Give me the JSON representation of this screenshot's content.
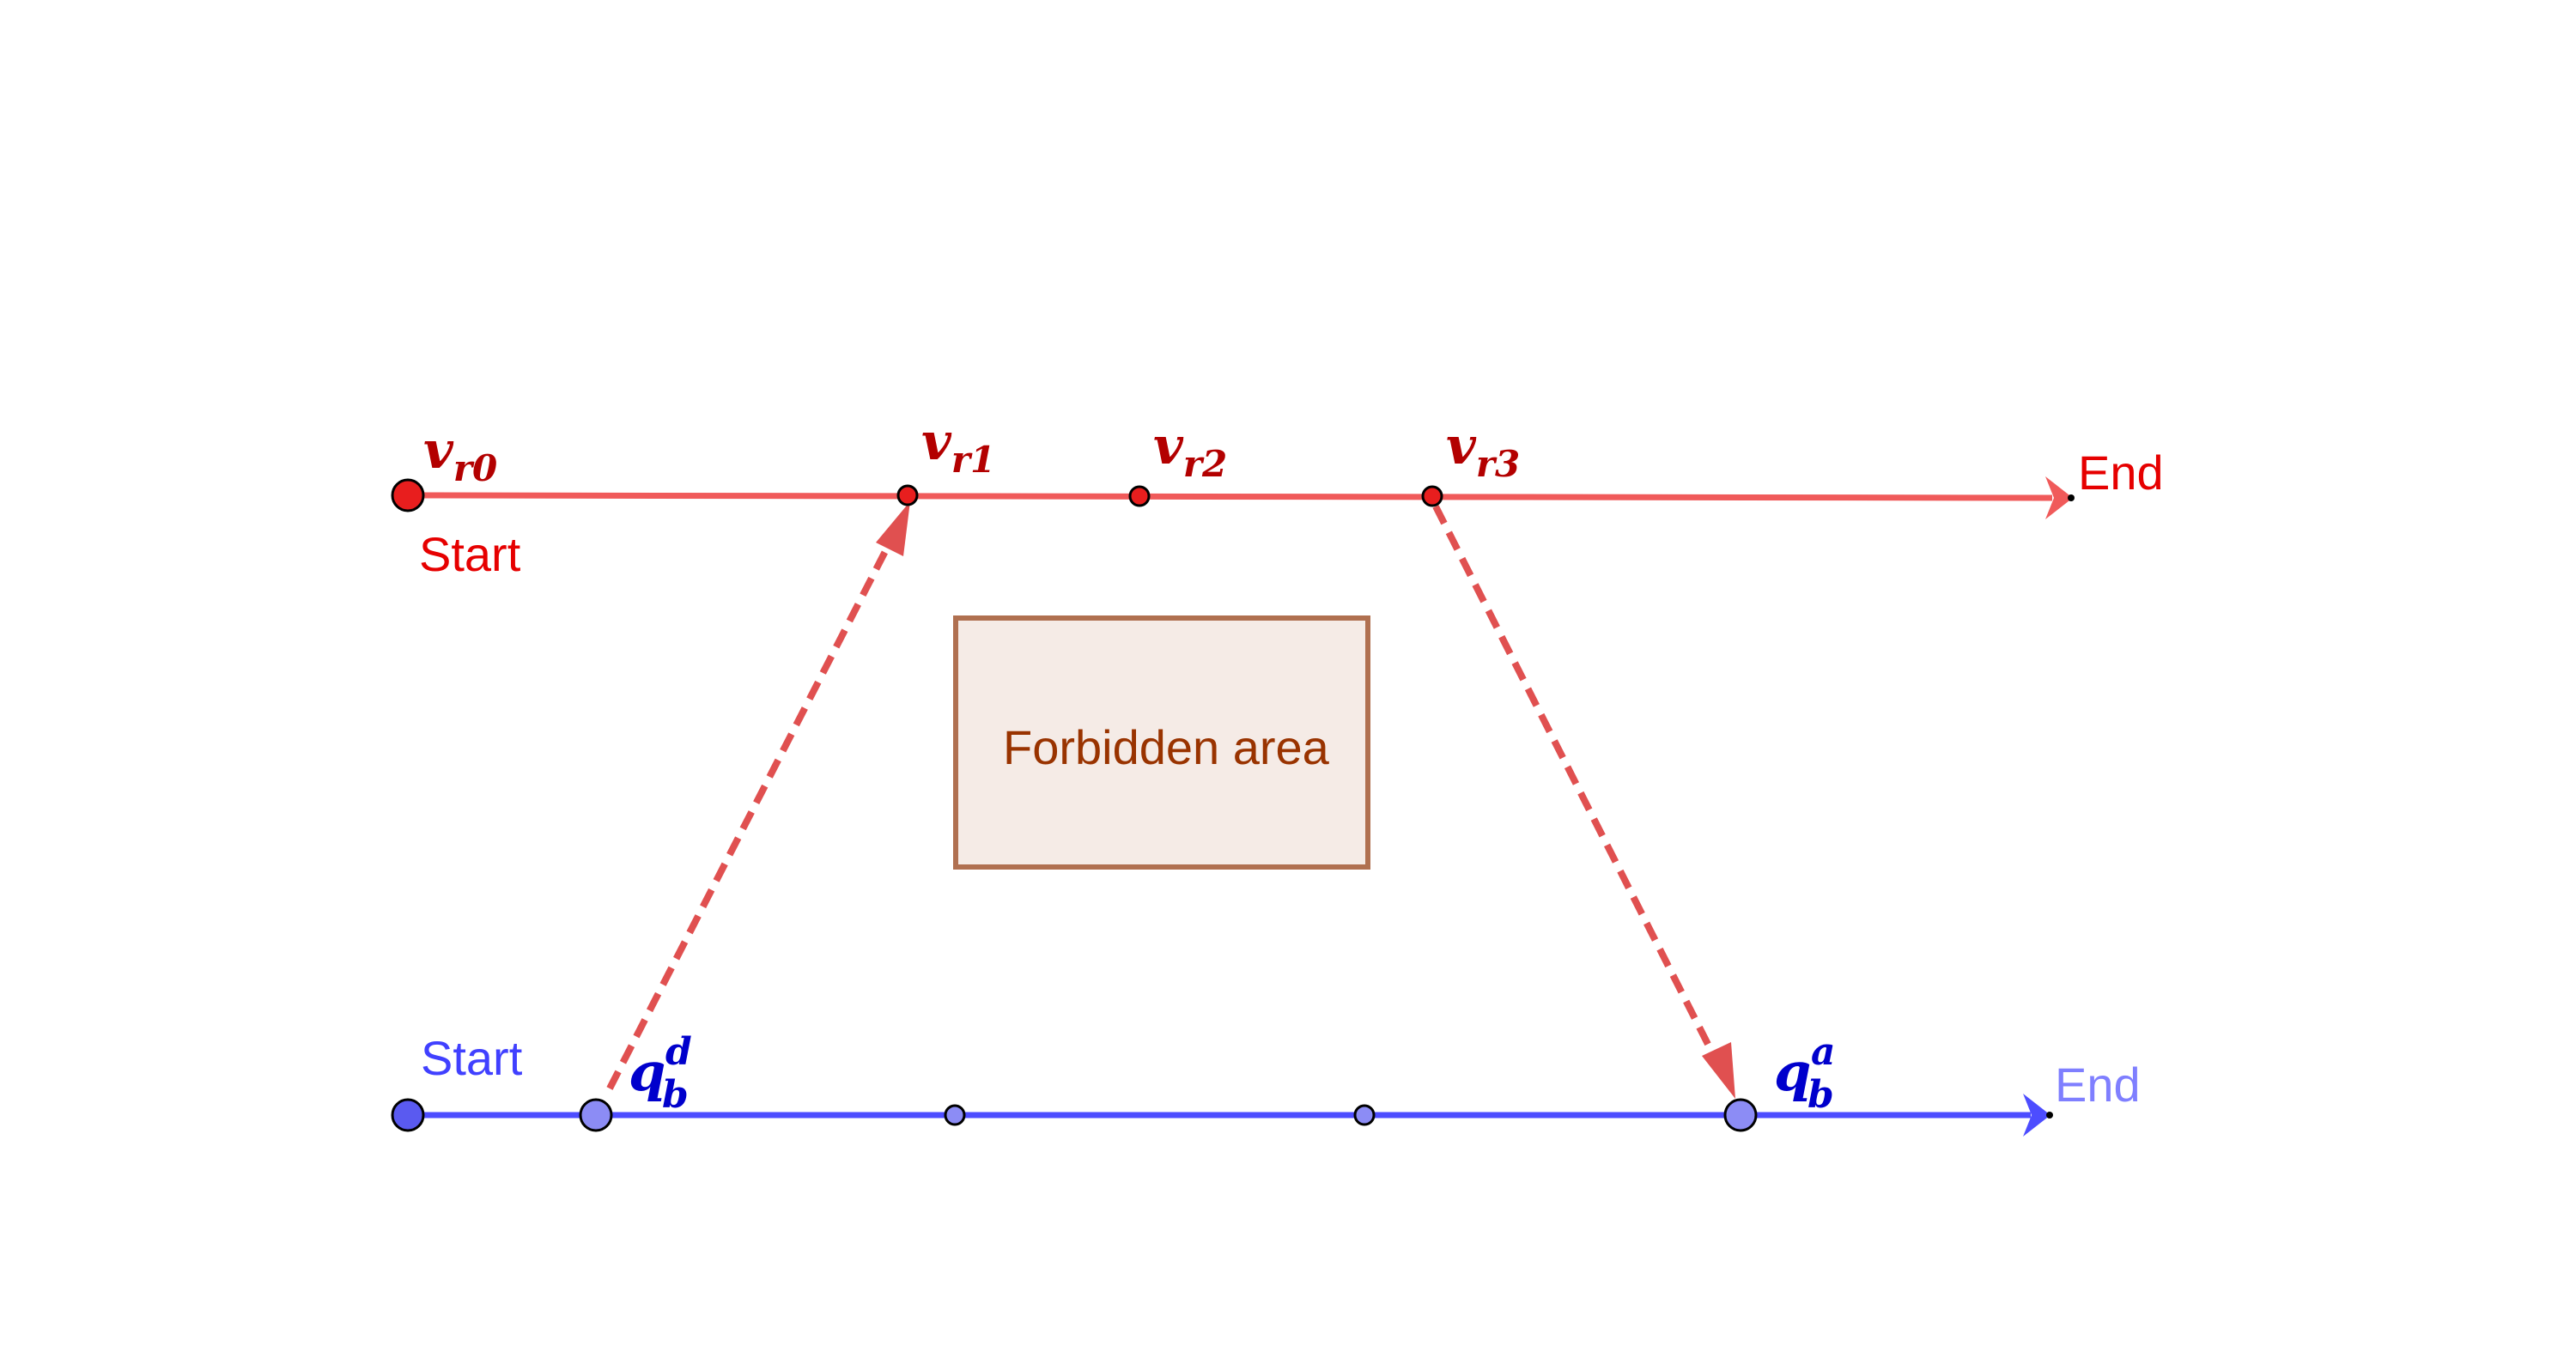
{
  "colors": {
    "red_line": "#f05a5a",
    "red_label": "#e60000",
    "red_math": "#b30000",
    "red_point": "#e81e1e",
    "blue_line": "#4d4dff",
    "blue_point": "#5a5af0",
    "blue_point_light": "#8c8cf5",
    "blue_label": "#4040ff",
    "blue_label_light": "#7f7fff",
    "blue_math": "#0000cc",
    "dashed_arrow": "#e05050",
    "forbidden_fill": "#f5ebe6",
    "forbidden_stroke": "#b07050",
    "forbidden_text": "#993300"
  },
  "red_path": {
    "start_label": "Start",
    "end_label": "End",
    "points": [
      {
        "base": "v",
        "sub": "r0"
      },
      {
        "base": "v",
        "sub": "r1"
      },
      {
        "base": "v",
        "sub": "r2"
      },
      {
        "base": "v",
        "sub": "r3"
      }
    ]
  },
  "blue_path": {
    "start_label": "Start",
    "end_label": "End",
    "departure": {
      "base": "q",
      "sub": "b",
      "sup": "d"
    },
    "arrival": {
      "base": "q",
      "sub": "b",
      "sup": "a"
    }
  },
  "forbidden_area": {
    "label": "Forbidden area"
  }
}
